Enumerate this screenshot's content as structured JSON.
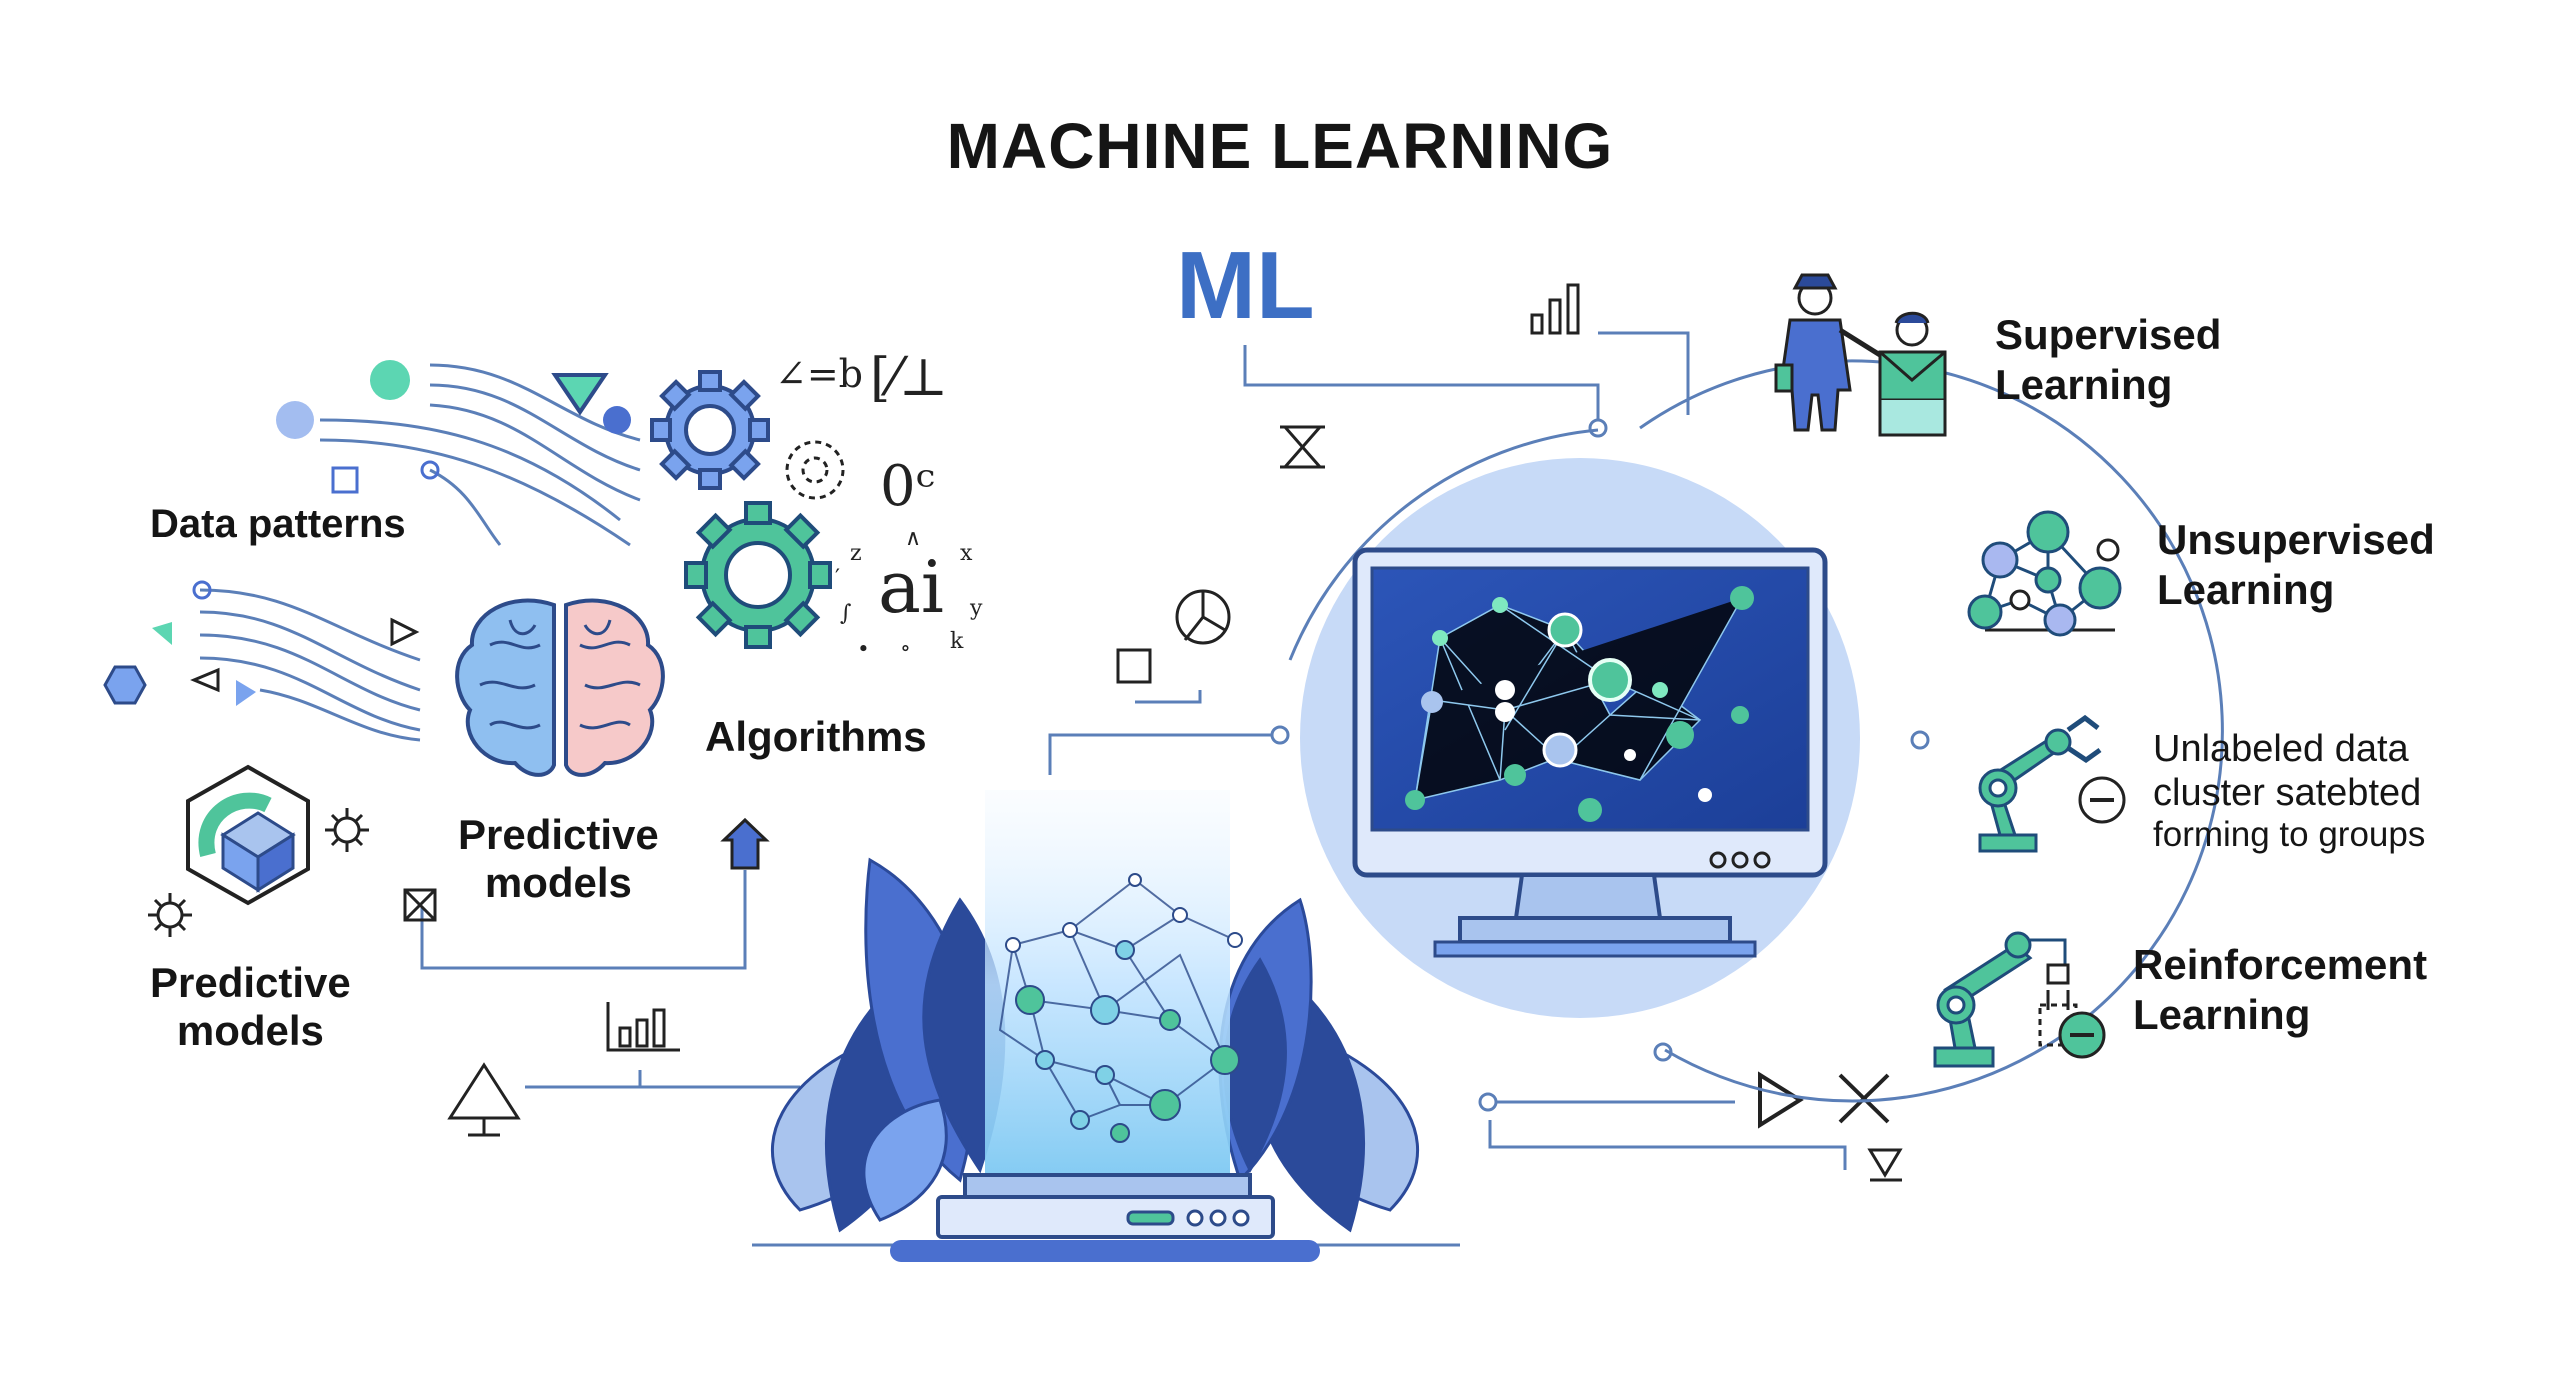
{
  "title": "MACHINE LEARNING",
  "ml_mark": "ML",
  "left_labels": {
    "data_patterns": "Data patterns",
    "predictive_models_brain": [
      "Predictive",
      "models"
    ],
    "predictive_models_cube": [
      "Predictive",
      "models"
    ],
    "algorithms": "Algorithms"
  },
  "glyph_text": {
    "formula": "∠=b",
    "slash_symbol": "[⁄⊥",
    "degree": "0ᶜ",
    "ai": "ai"
  },
  "right_labels": {
    "supervised": [
      "Supervised",
      "Learning"
    ],
    "unsupervised": [
      "Unsupervised",
      "Learning"
    ],
    "unlabeled": [
      "Unlabeled data",
      "cluster satebted",
      "forming to groups"
    ],
    "reinforcement": [
      "Reinforcement",
      "Learning"
    ]
  },
  "colors": {
    "accent_blue": "#3d6fc4",
    "navy": "#2b4a9a",
    "light_blue": "#a9c4ee",
    "teal": "#4fc49b",
    "pink": "#f4c6c6",
    "line": "#5b7fb8"
  }
}
